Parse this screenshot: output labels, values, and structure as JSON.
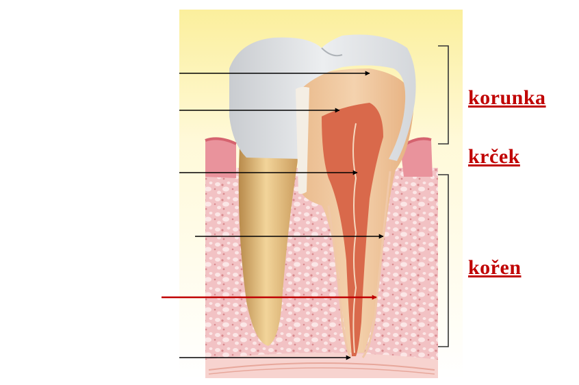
{
  "labels": {
    "crown": "korunka",
    "neck": "krček",
    "root": "kořen"
  },
  "colors": {
    "label_text": "#c00000",
    "highlight_arrow": "#c00000",
    "arrow": "#000000",
    "enamel": "#e6e8ea",
    "dentin": "#efc9a3",
    "pulp": "#d8684a",
    "gum": "#e58c96",
    "bone": "#f3c6c8",
    "root_surface": "#d9aa66",
    "background_glow": "#fbf3a8"
  },
  "icons": [
    "arrow-right-icon",
    "bracket-icon"
  ]
}
